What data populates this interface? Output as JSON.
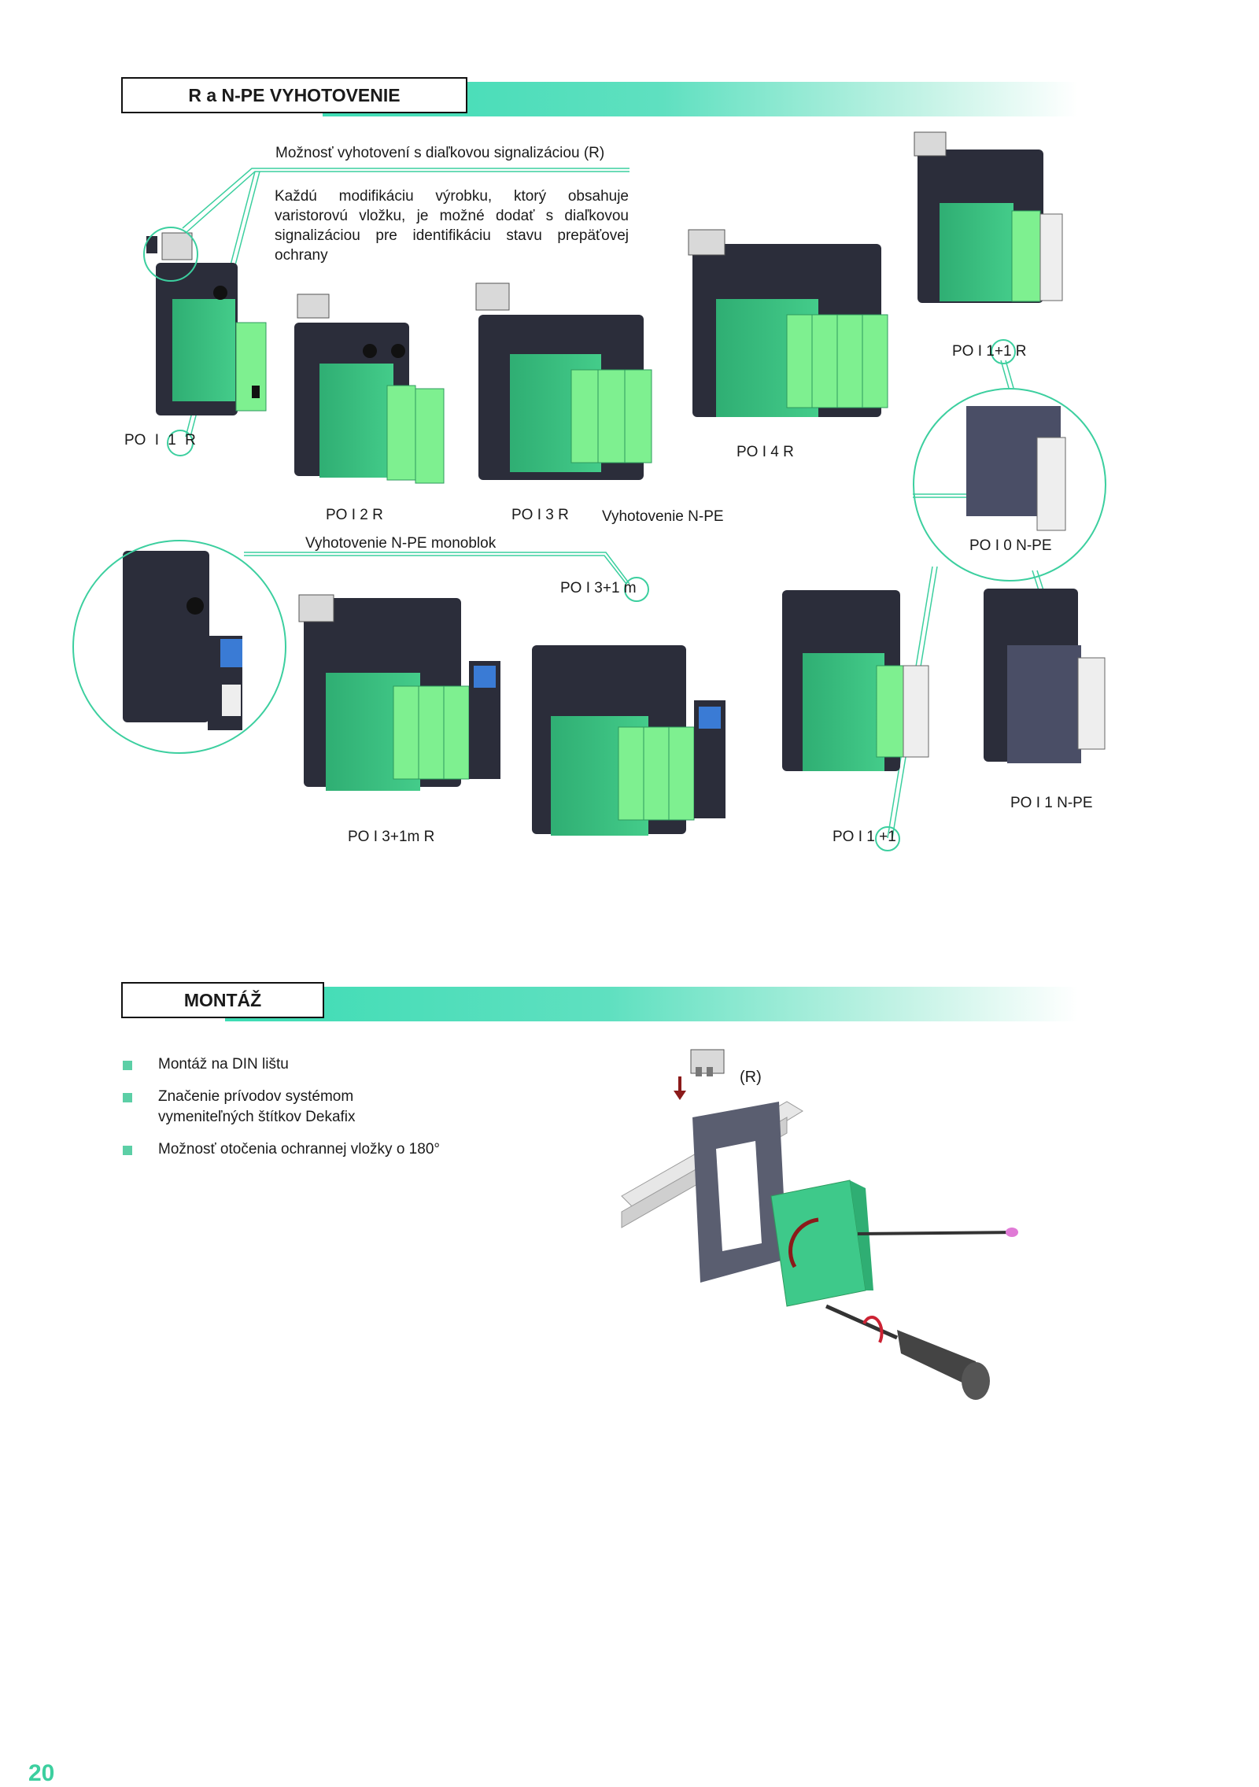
{
  "section1": {
    "title": "R a N-PE VYHOTOVENIE",
    "remote_caption": "Možnosť vyhotovení s diaľkovou signalizáciou (R)",
    "remote_paragraph": "Každú modifikáciu výrobku, ktorý obsahuje varistorovú vložku, je možné dodať s diaľkovou signalizáciou pre identifikáciu stavu prepäťovej ochrany",
    "labels": {
      "po11r": "PO I 1 R",
      "po12r": "PO I 2 R",
      "po13r": "PO I 3 R",
      "po14r": "PO I 4 R",
      "po11p1r": "PO I 1+1 R",
      "po10npe": "PO I 0 N-PE",
      "vyhotovenie_npe": "Vyhotovenie N-PE",
      "vyhotovenie_npe_monoblok": "Vyhotovenie N-PE monoblok",
      "po13p1m": "PO I 3+1 m",
      "po13p1mr": "PO I 3+1m R",
      "po11p1": "PO I 1 +1",
      "po11npe": "PO I 1 N-PE"
    }
  },
  "section2": {
    "title": "MONTÁŽ",
    "bullets": [
      "Montáž na DIN lištu",
      "Značenie prívodov systémom vymeniteľných štítkov Dekafix",
      "Možnosť otočenia ochrannej vložky o 180°"
    ],
    "r_label": "(R)"
  },
  "page_number": "20",
  "colors": {
    "accent": "#3ddcb4",
    "module_green": "#3ec98a",
    "module_light": "#7ef090",
    "housing": "#2b2d3a",
    "npe_module": "#4a4e66"
  }
}
